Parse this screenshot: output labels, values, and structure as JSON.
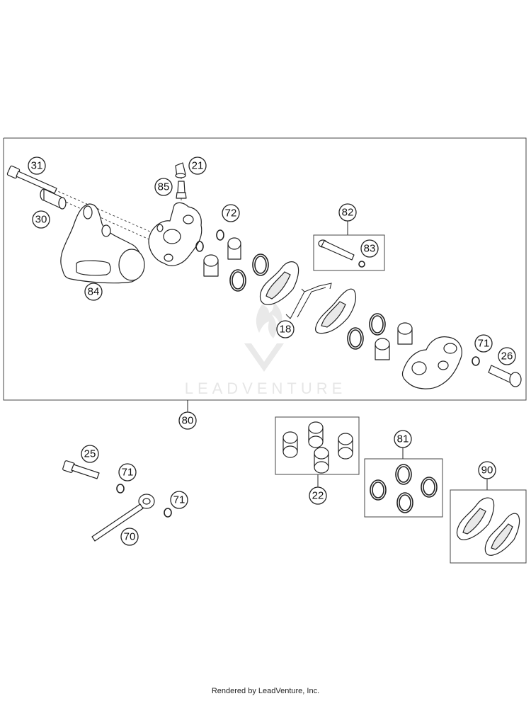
{
  "callouts": {
    "c31": "31",
    "c30": "30",
    "c84": "84",
    "c21": "21",
    "c85": "85",
    "c72": "72",
    "c82": "82",
    "c83": "83",
    "c18": "18",
    "c71a": "71",
    "c26": "26",
    "c80": "80",
    "c25": "25",
    "c71b": "71",
    "c71c": "71",
    "c70": "70",
    "c22": "22",
    "c81": "81",
    "c90": "90"
  },
  "watermark": {
    "text": "LEADVENTURE"
  },
  "footer": {
    "text": "Rendered by LeadVenture, Inc."
  }
}
